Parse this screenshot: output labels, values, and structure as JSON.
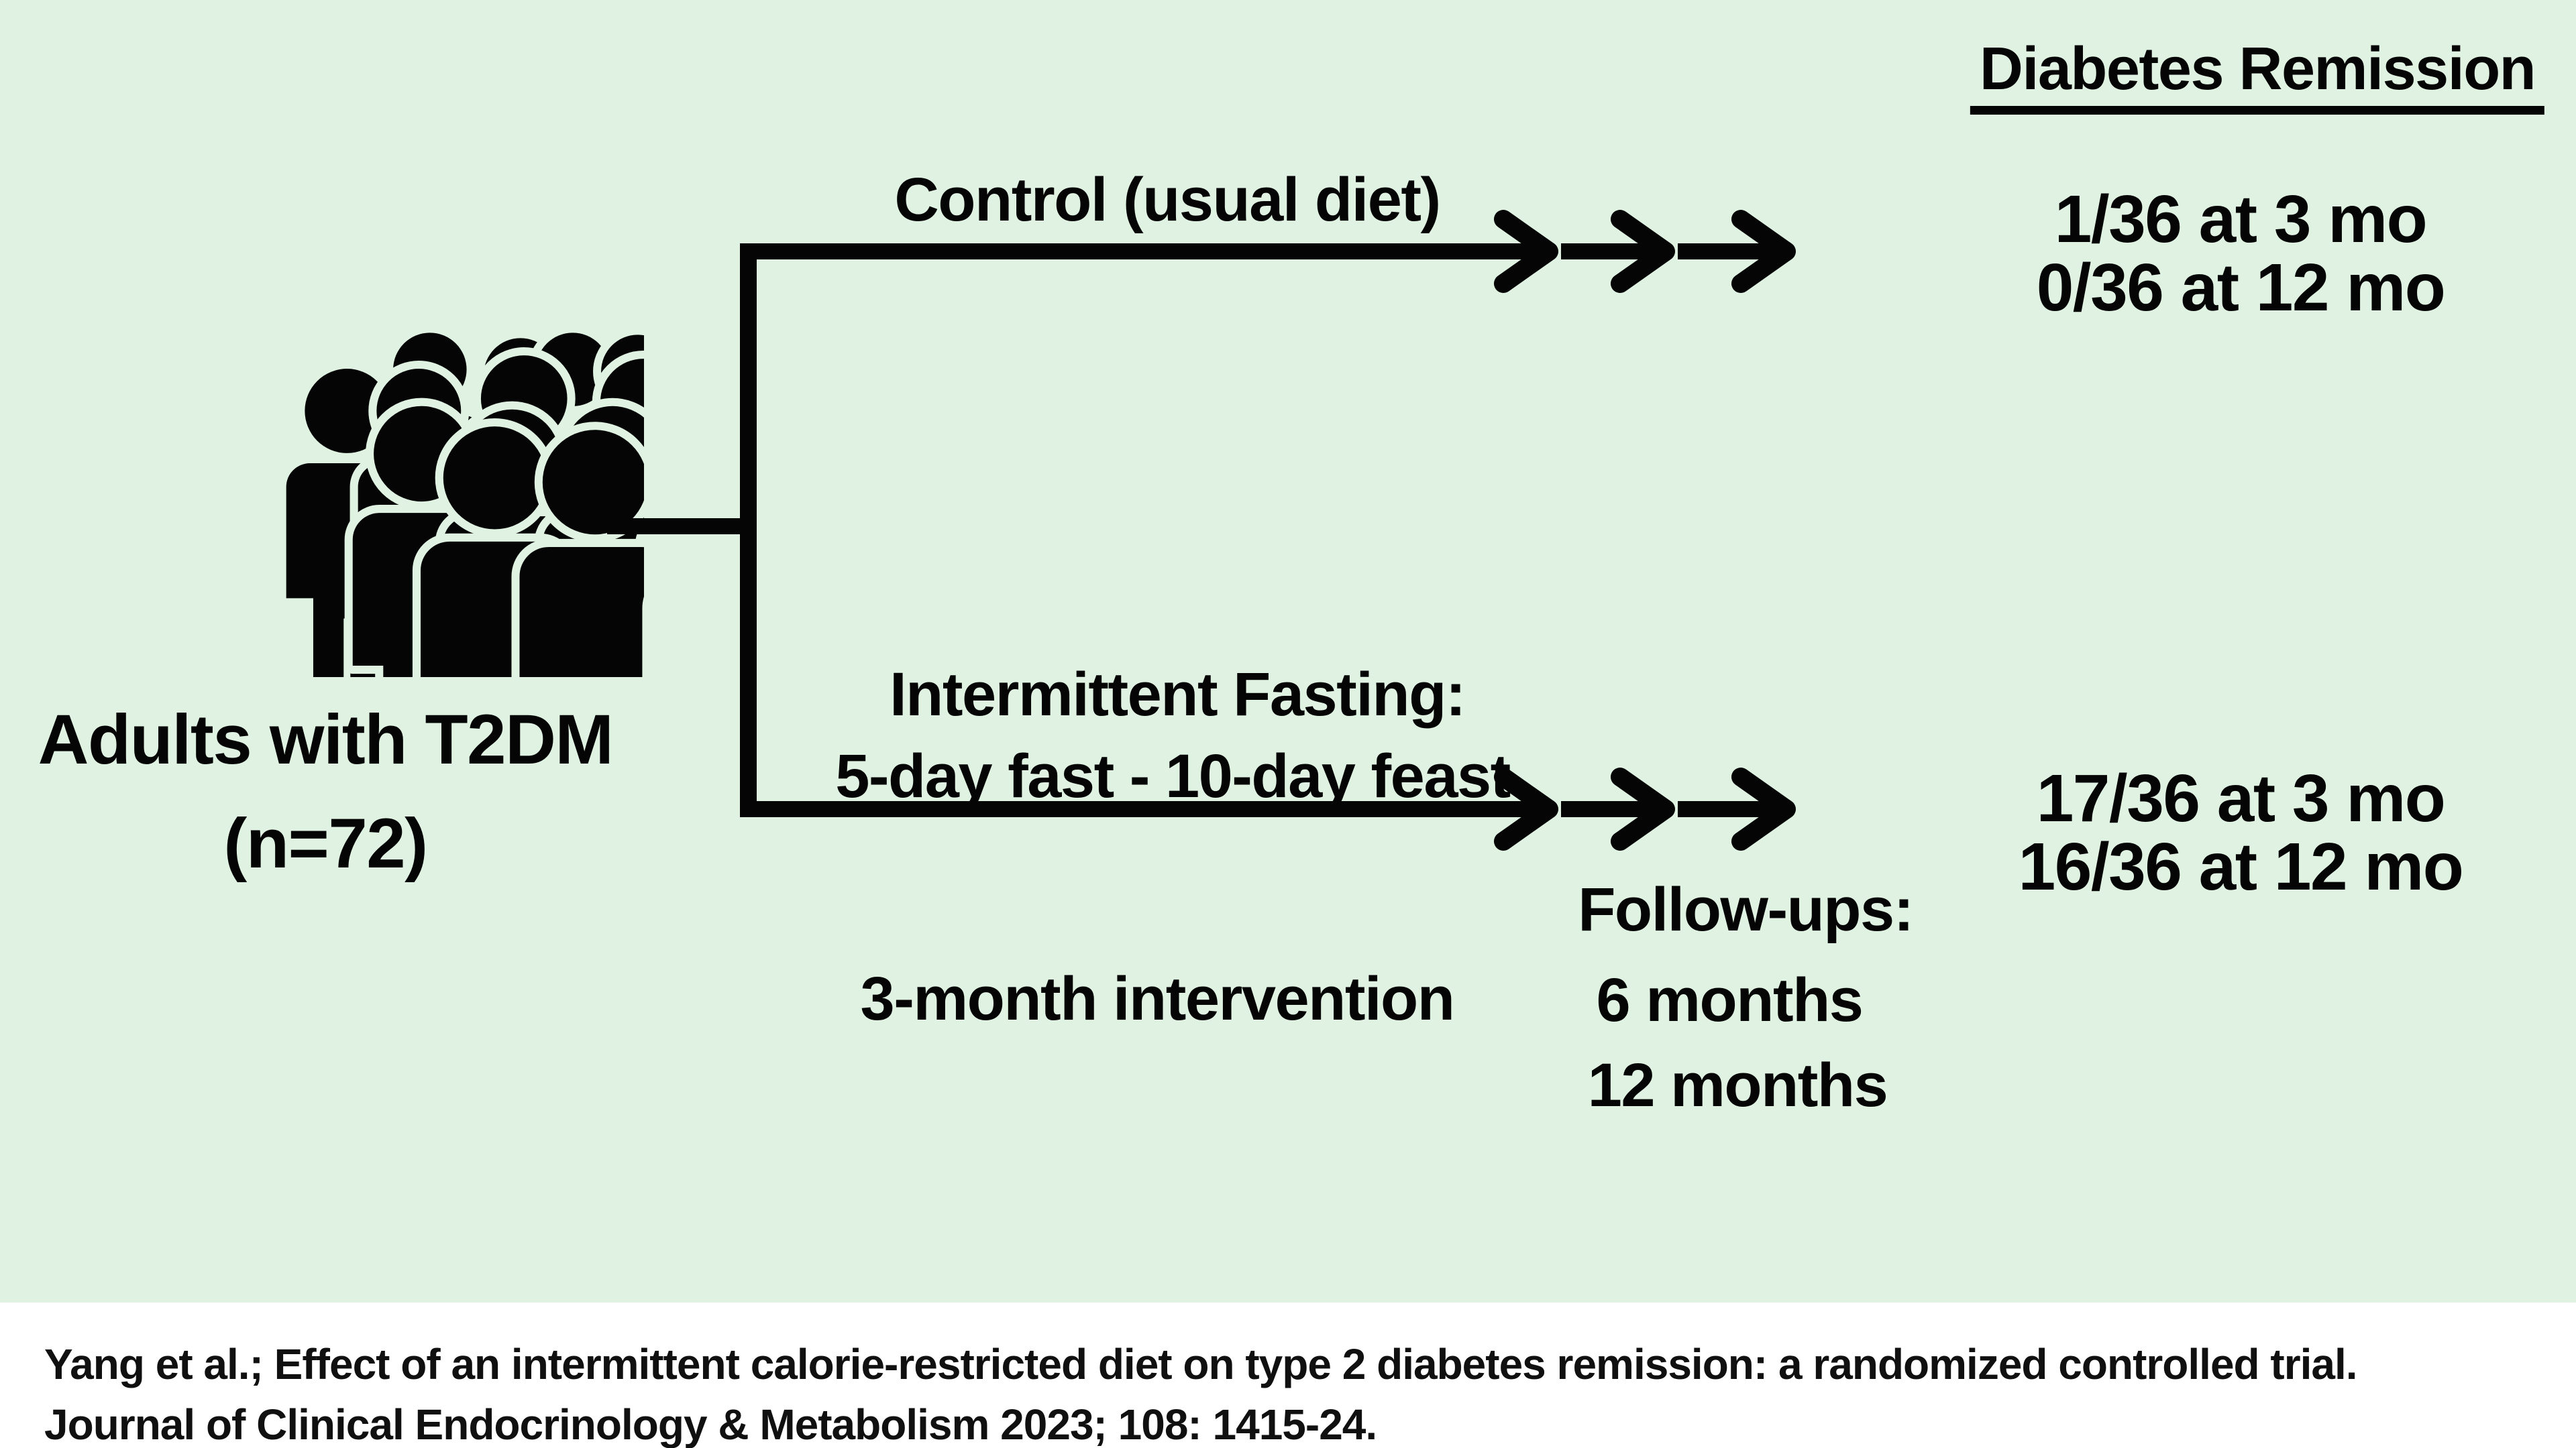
{
  "colors": {
    "background": "#e0f3e2",
    "ink": "#050505",
    "strip_background": "#ffffff"
  },
  "header": {
    "title": "Diabetes Remission"
  },
  "population": {
    "icon": "people-crowd-icon",
    "label_line1": "Adults with T2DM",
    "label_line2": "(n=72)"
  },
  "arms": [
    {
      "id": "control",
      "label": "Control (usual diet)",
      "outcomes": [
        "1/36 at 3 mo",
        "0/36 at 12 mo"
      ]
    },
    {
      "id": "intermittent-fasting",
      "label_line1": "Intermittent Fasting:",
      "label_line2": "5-day fast - 10-day feast",
      "outcomes": [
        "17/36 at 3 mo",
        "16/36 at 12 mo"
      ]
    }
  ],
  "timeline": {
    "intervention": "3-month intervention",
    "followups_title": "Follow-ups:",
    "followups": [
      "6 months",
      "12 months"
    ]
  },
  "citation": {
    "line1": "Yang et al.; Effect of an intermittent calorie-restricted diet on type 2 diabetes remission: a randomized controlled trial.",
    "line2": "Journal of Clinical Endocrinology & Metabolism 2023; 108: 1415-24."
  }
}
